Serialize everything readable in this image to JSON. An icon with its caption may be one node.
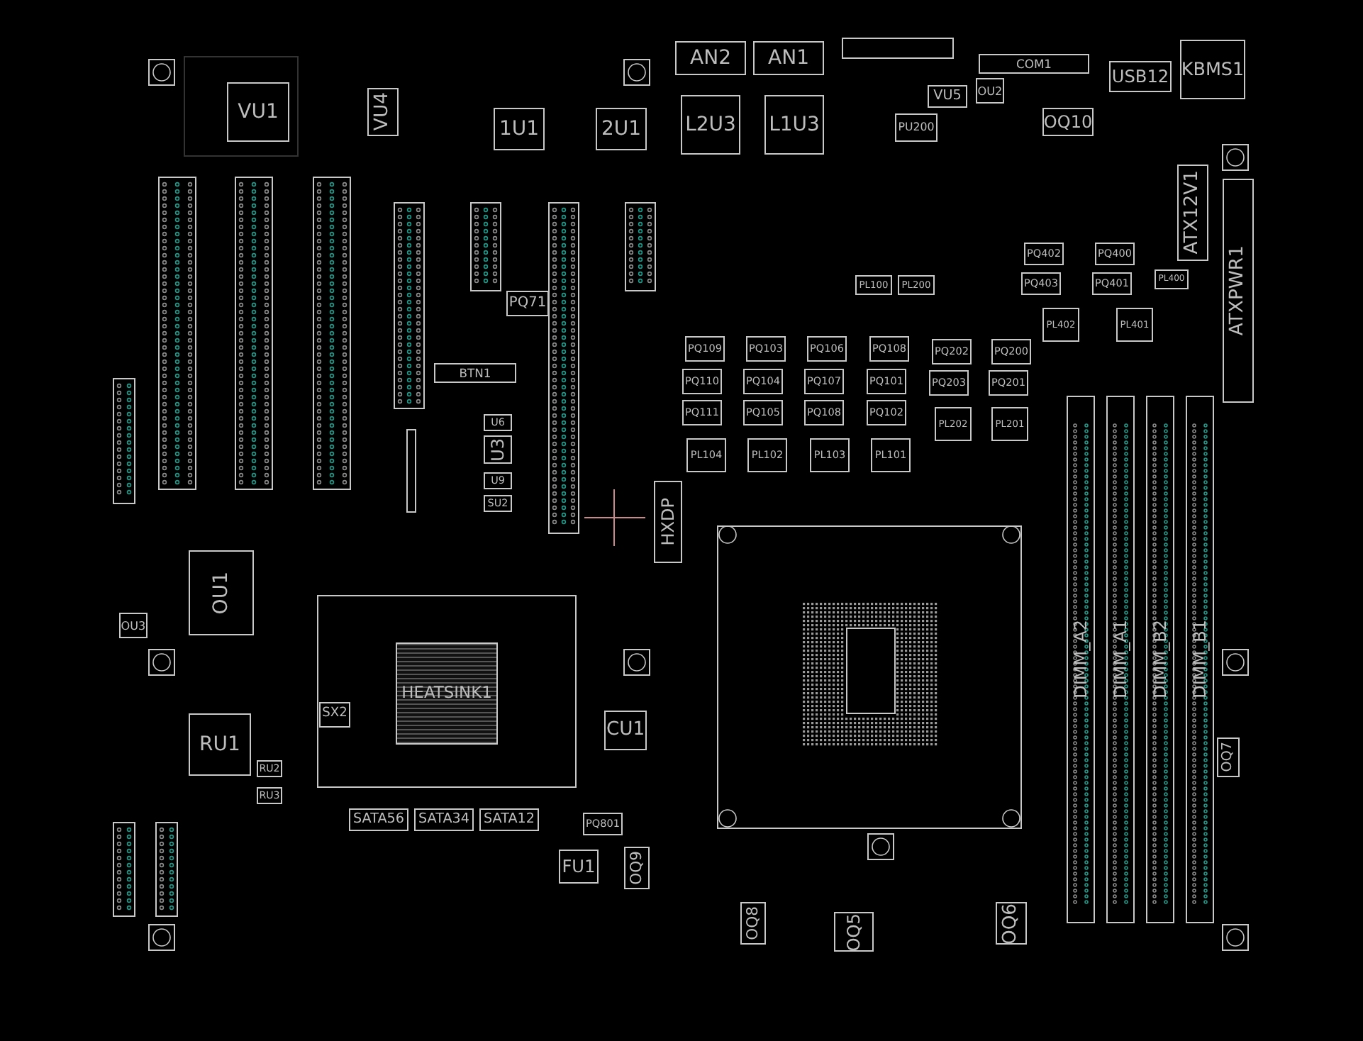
{
  "diagram": {
    "nodes": [
      {
        "text": [
          "VU1"
        ]
      },
      {
        "text": [
          "VU4"
        ]
      },
      {
        "text": [
          "1U1"
        ]
      },
      {
        "text": [
          "2U1"
        ]
      },
      {
        "text": [
          "AN2"
        ]
      },
      {
        "text": [
          "AN1"
        ]
      },
      {
        "text": [
          "L2U3"
        ]
      },
      {
        "text": [
          "L1U3"
        ]
      },
      {
        "text": [
          "PU200"
        ]
      },
      {
        "text": [
          "VU5"
        ]
      },
      {
        "text": [
          "OU2"
        ]
      },
      {
        "text": [
          "OQ10"
        ]
      },
      {
        "text": [
          "COM1"
        ]
      },
      {
        "text": [
          "USB12"
        ]
      },
      {
        "text": [
          "KBMS1"
        ]
      },
      {
        "text": [
          "ATX12V1"
        ]
      },
      {
        "text": [
          "ATXPWR1"
        ]
      },
      {
        "text": [
          "PQ402"
        ]
      },
      {
        "text": [
          "PQ400"
        ]
      },
      {
        "text": [
          "PQ403"
        ]
      },
      {
        "text": [
          "PQ401"
        ]
      },
      {
        "text": [
          "PL400"
        ]
      },
      {
        "text": [
          "PL100"
        ]
      },
      {
        "text": [
          "PL200"
        ]
      },
      {
        "text": [
          "PL402"
        ]
      },
      {
        "text": [
          "PL401"
        ]
      },
      {
        "text": [
          "PQ109"
        ]
      },
      {
        "text": [
          "PQ103"
        ]
      },
      {
        "text": [
          "PQ106"
        ]
      },
      {
        "text": [
          "PQ108"
        ]
      },
      {
        "text": [
          "PQ202"
        ]
      },
      {
        "text": [
          "PQ200"
        ]
      },
      {
        "text": [
          "PQ110"
        ]
      },
      {
        "text": [
          "PQ104"
        ]
      },
      {
        "text": [
          "PQ107"
        ]
      },
      {
        "text": [
          "PQ101"
        ]
      },
      {
        "text": [
          "PQ203"
        ]
      },
      {
        "text": [
          "PQ201"
        ]
      },
      {
        "text": [
          "PQ111"
        ]
      },
      {
        "text": [
          "PQ105"
        ]
      },
      {
        "text": [
          "PQ108"
        ]
      },
      {
        "text": [
          "PQ102"
        ]
      },
      {
        "text": [
          "PL202"
        ]
      },
      {
        "text": [
          "PL201"
        ]
      },
      {
        "text": [
          "PL104"
        ]
      },
      {
        "text": [
          "PL102"
        ]
      },
      {
        "text": [
          "PL103"
        ]
      },
      {
        "text": [
          "PL101"
        ]
      },
      {
        "text": [
          "PQ71"
        ]
      },
      {
        "text": [
          "BTN1"
        ]
      },
      {
        "text": [
          "U6"
        ]
      },
      {
        "text": [
          "U3"
        ]
      },
      {
        "text": [
          "U9"
        ]
      },
      {
        "text": [
          "SU2"
        ]
      },
      {
        "text": [
          "HXDP"
        ]
      },
      {
        "text": [
          "DIMM_A2"
        ]
      },
      {
        "text": [
          "DIMM_A1"
        ]
      },
      {
        "text": [
          "DIMM_B2"
        ]
      },
      {
        "text": [
          "DIMM_B1"
        ]
      },
      {
        "text": [
          "OU1"
        ]
      },
      {
        "text": [
          "OU3"
        ]
      },
      {
        "text": [
          "RU1"
        ]
      },
      {
        "text": [
          "RU2"
        ]
      },
      {
        "text": [
          "RU3"
        ]
      },
      {
        "text": [
          "HEATSINK1"
        ]
      },
      {
        "text": [
          "SX2"
        ]
      },
      {
        "text": [
          "SATA56"
        ]
      },
      {
        "text": [
          "SATA34"
        ]
      },
      {
        "text": [
          "SATA12"
        ]
      },
      {
        "text": [
          "CU1"
        ]
      },
      {
        "text": [
          "PQ801"
        ]
      },
      {
        "text": [
          "FU1"
        ]
      },
      {
        "text": [
          "OQ9"
        ]
      },
      {
        "text": [
          "OQ8"
        ]
      },
      {
        "text": [
          "OQ5"
        ]
      },
      {
        "text": [
          "OQ6"
        ]
      },
      {
        "text": [
          "OQ7"
        ]
      }
    ]
  }
}
